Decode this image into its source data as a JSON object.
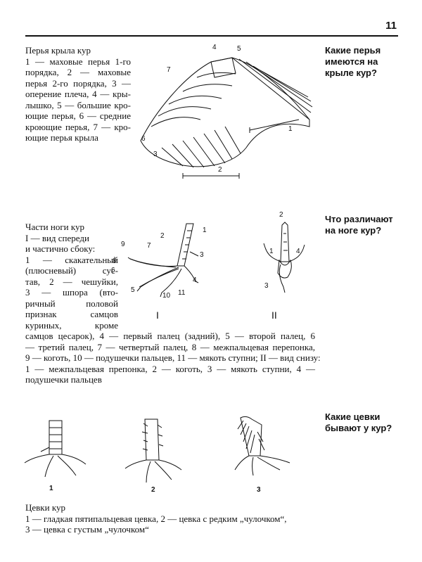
{
  "page": {
    "number": "11"
  },
  "questions": [
    {
      "lines": [
        "Какие перья",
        "имеются на",
        "крыле кур?"
      ]
    },
    {
      "lines": [
        "Что различают",
        "на ноге кур?"
      ]
    },
    {
      "lines": [
        "Какие цевки",
        "бывают у кур?"
      ]
    }
  ],
  "wing": {
    "caption_lines": [
      "Перья крыла кур",
      "1 — маховые перья 1-го",
      "порядка, 2 — маховые",
      "перья 2-го порядка, 3 —",
      "оперение плеча, 4 — кры-",
      "лышко, 5 — большие кро-",
      "ющие перья, 6 — средние",
      "кроющие перья, 7 — кро-",
      "ющие перья крыла"
    ],
    "labels": [
      "1",
      "2",
      "3",
      "4",
      "5",
      "6",
      "7"
    ]
  },
  "leg": {
    "caption_narrow": [
      "Части ноги кур",
      "I — вид спереди",
      "и частично сбоку:",
      "1 — скакательный",
      "(плюсневый) сус-",
      "тав, 2 — чешуйки,",
      "3 — шпора (вто-",
      "ричный половой",
      "признак самцов",
      "куриных, кроме"
    ],
    "caption_wide": [
      "самцов цесарок), 4 — первый палец (задний), 5 — второй палец, 6",
      "— третий палец, 7 — четвертый палец, 8 — межпальцевая перепонка,",
      "9 — коготь, 10 — подушечки пальцев, 11 — мякоть ступни; II — вид снизу:",
      "1 — межпальцевая препонка, 2 — коготь, 3 — мякоть ступни, 4 —",
      "подушечки пальцев"
    ],
    "view_labels": [
      "I",
      "II"
    ],
    "front_labels": [
      "1",
      "2",
      "3",
      "4",
      "5",
      "6",
      "7",
      "8",
      "9",
      "10",
      "11"
    ],
    "bottom_labels": [
      "1",
      "2",
      "3",
      "4"
    ]
  },
  "shanks": {
    "figure_labels": [
      "1",
      "2",
      "3"
    ],
    "caption_lines": [
      "Цевки кур",
      "1 — гладкая пятипальцевая цевка, 2 — цевка с редким „чулочком“,",
      "3 — цевка с густым „чулочком“"
    ]
  }
}
